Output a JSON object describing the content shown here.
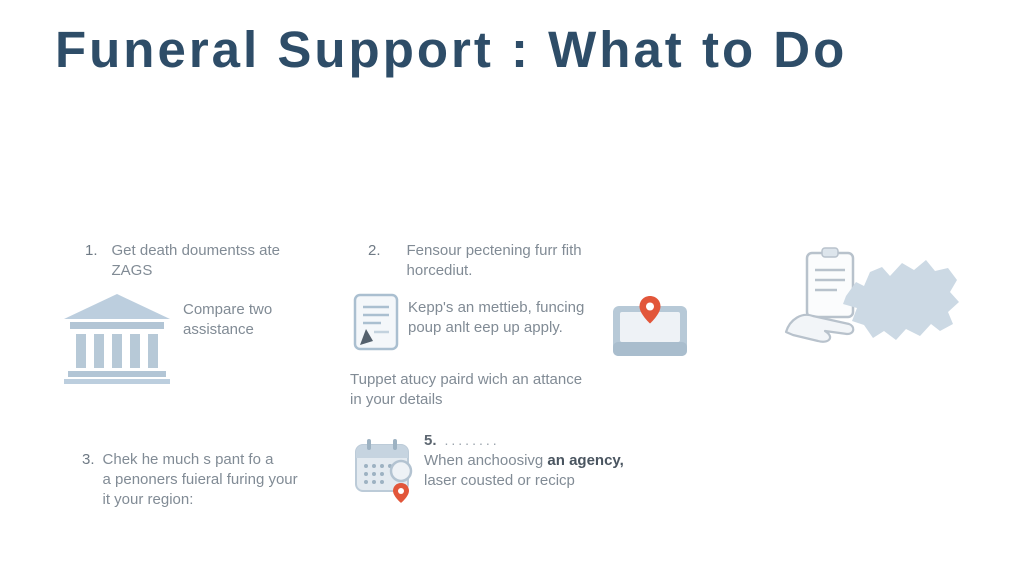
{
  "title": "Funeral Support : What to Do",
  "steps": {
    "step1": {
      "number": "1.",
      "line1": "Get death doumentss ate",
      "line2": "ZAGS",
      "caption_line1": "Compare two",
      "caption_line2": "assistance"
    },
    "step2": {
      "number": "2.",
      "line1": "Fensour pectening furr fith",
      "line2": "horcediut.",
      "caption_line1": "Kepp's an mettieb, funcing",
      "caption_line2": "poup anlt eep up apply.",
      "note_line1": "Tuppet atucy paird wich an attance",
      "note_line2": "in your details"
    },
    "step3": {
      "number": "3.",
      "line1": "Chek he much s pant fo a",
      "line2": "a penoners fuieral furing your",
      "line3": "it your region:"
    },
    "step5": {
      "number": "5.",
      "dots": "........",
      "text_prefix": "When anchoosivg ",
      "text_bold": "an agency,",
      "line2": "laser cousted or recicp"
    }
  },
  "icons": {
    "bank": "bank-building-icon",
    "document": "document-lines-icon",
    "briefcase": "briefcase-location-pin-icon",
    "calendar": "calendar-location-pin-icon",
    "clipboard": "clipboard-in-hand-icon",
    "map": "region-map-silhouette"
  },
  "colors": {
    "title": "#2e4d68",
    "body_text": "#818b95",
    "icon_fill": "#b7c9d7",
    "icon_stroke": "#aabfd0",
    "pin_orange": "#e2563a",
    "map_fill": "#ccd9e4"
  }
}
